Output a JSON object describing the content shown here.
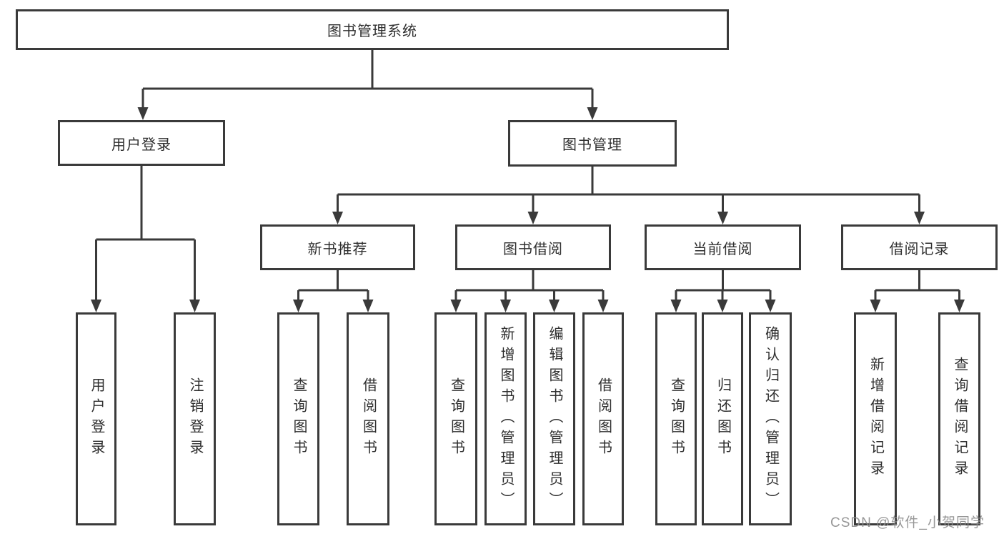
{
  "diagram": {
    "title": "图书管理系统",
    "root": {
      "label": "图书管理系统"
    },
    "branches": [
      {
        "label": "用户登录",
        "children": [
          {
            "label": "用户登录"
          },
          {
            "label": "注销登录"
          }
        ]
      },
      {
        "label": "图书管理",
        "children": [
          {
            "label": "新书推荐",
            "children": [
              {
                "label": "查询图书"
              },
              {
                "label": "借阅图书"
              }
            ]
          },
          {
            "label": "图书借阅",
            "children": [
              {
                "label": "查询图书"
              },
              {
                "label": "新增图书（管理员）"
              },
              {
                "label": "编辑图书（管理员）"
              },
              {
                "label": "借阅图书"
              }
            ]
          },
          {
            "label": "当前借阅",
            "children": [
              {
                "label": "查询图书"
              },
              {
                "label": "归还图书"
              },
              {
                "label": "确认归还（管理员）"
              }
            ]
          },
          {
            "label": "借阅记录",
            "children": [
              {
                "label": "新增借阅记录"
              },
              {
                "label": "查询借阅记录"
              }
            ]
          }
        ]
      }
    ]
  },
  "watermark": {
    "text": "CSDN @软件_小贺同学"
  },
  "colors": {
    "line": "#3a3a3a",
    "node_border": "#3a3a3a",
    "text": "#2e2e2e",
    "watermark": "#8c8c8c",
    "background": "#ffffff"
  }
}
